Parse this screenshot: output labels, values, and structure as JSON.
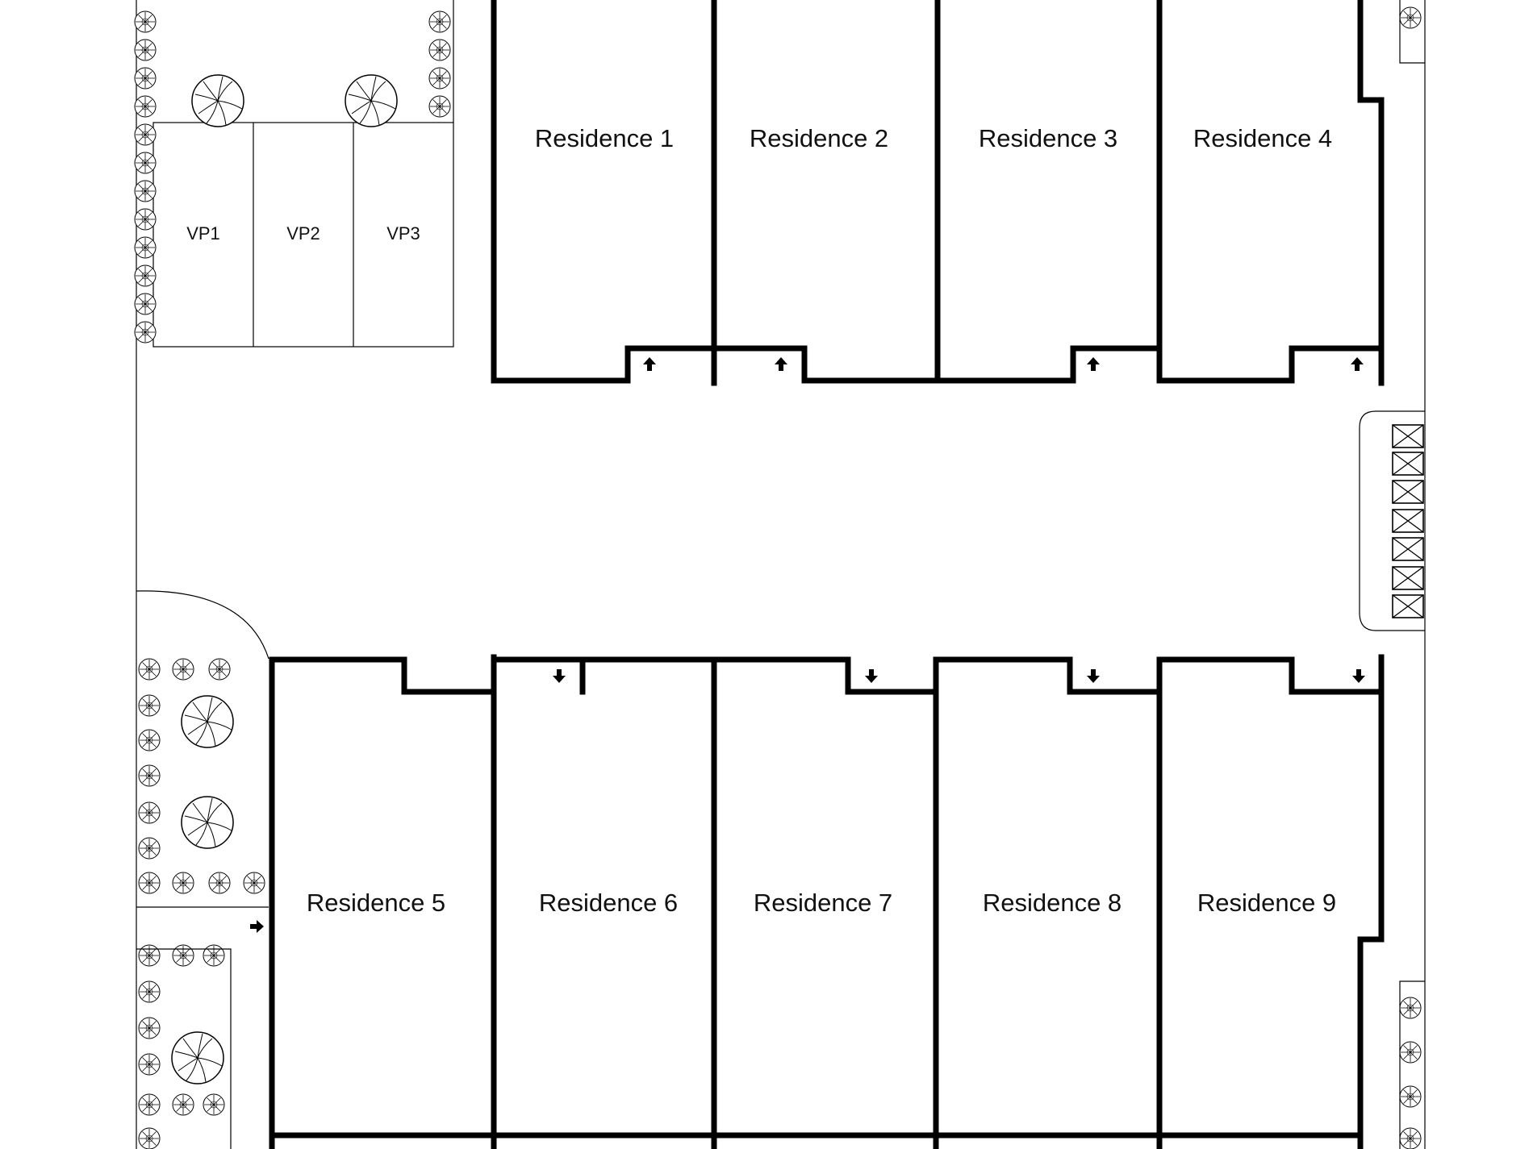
{
  "residences": [
    {
      "id": "r1",
      "label": "Residence 1"
    },
    {
      "id": "r2",
      "label": "Residence 2"
    },
    {
      "id": "r3",
      "label": "Residence 3"
    },
    {
      "id": "r4",
      "label": "Residence 4"
    },
    {
      "id": "r5",
      "label": "Residence 5"
    },
    {
      "id": "r6",
      "label": "Residence 6"
    },
    {
      "id": "r7",
      "label": "Residence 7"
    },
    {
      "id": "r8",
      "label": "Residence 8"
    },
    {
      "id": "r9",
      "label": "Residence 9"
    }
  ],
  "parking": [
    {
      "id": "vp1",
      "label": "VP1"
    },
    {
      "id": "vp2",
      "label": "VP2"
    },
    {
      "id": "vp3",
      "label": "VP3"
    }
  ],
  "icons": {
    "tree": "tree-icon",
    "shrub": "shrub-icon",
    "entry_arrow": "entry-arrow-icon",
    "bin": "bin-icon"
  },
  "colors": {
    "ink": "#000000",
    "background": "#ffffff"
  }
}
